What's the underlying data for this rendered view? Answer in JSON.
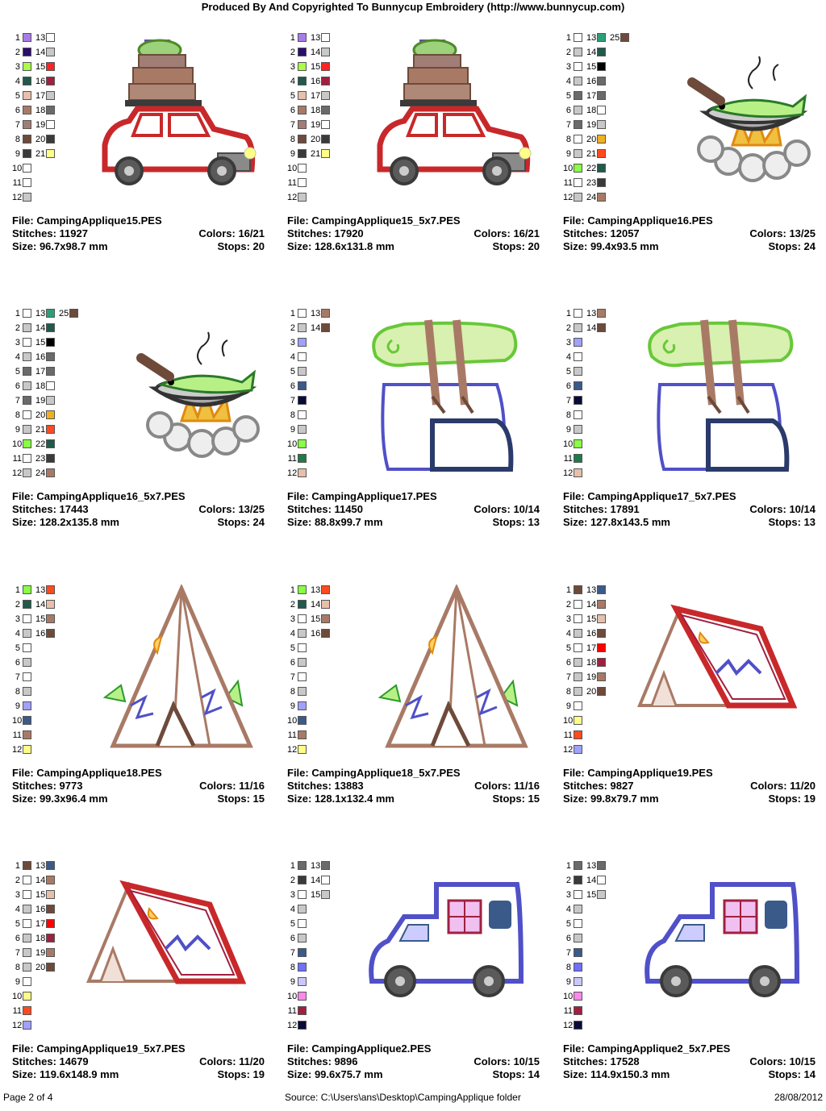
{
  "header": "Produced By And Copyrighted To Bunnycup Embroidery (http://www.bunnycup.com)",
  "labels": {
    "file": "File: ",
    "stitches": "Stitches: ",
    "colors": "Colors: ",
    "size": "Size: ",
    "stops": "Stops: "
  },
  "designs": [
    {
      "icon": "car-luggage-icon",
      "file": "CampingApplique15.PES",
      "stitches": "11927",
      "colors": "16/21",
      "size": "96.7x98.7 mm",
      "stops": "20",
      "swatches": [
        "#a77be8",
        "#2b0d6e",
        "#aaff44",
        "#1f5a4a",
        "#e6c0aa",
        "#a87a66",
        "#a07e76",
        "#6e4a3a",
        "#3a3a3a",
        "#ffffff",
        "#ffffff",
        "#c8c8c8",
        "#ffffff",
        "#c8c8c8",
        "#ff2222",
        "#a02040",
        "#c8c8c8",
        "#6a6a6a",
        "#ffffff",
        "#3a3a3a",
        "#ffff88"
      ]
    },
    {
      "icon": "car-luggage-icon",
      "file": "CampingApplique15_5x7.PES",
      "stitches": "17920",
      "colors": "16/21",
      "size": "128.6x131.8 mm",
      "stops": "20",
      "swatches": [
        "#a77be8",
        "#2b0d6e",
        "#aaff44",
        "#1f5a4a",
        "#e6c0aa",
        "#a87a66",
        "#a07e76",
        "#6e4a3a",
        "#3a3a3a",
        "#ffffff",
        "#ffffff",
        "#c8c8c8",
        "#ffffff",
        "#c8c8c8",
        "#ff2222",
        "#a02040",
        "#c8c8c8",
        "#6a6a6a",
        "#ffffff",
        "#3a3a3a",
        "#ffff88"
      ]
    },
    {
      "icon": "campfire-fish-icon",
      "file": "CampingApplique16.PES",
      "stitches": "12057",
      "colors": "13/25",
      "size": "99.4x93.5 mm",
      "stops": "24",
      "swatches": [
        "#ffffff",
        "#c8c8c8",
        "#ffffff",
        "#c8c8c8",
        "#6a6a6a",
        "#c8c8c8",
        "#6a6a6a",
        "#ffffff",
        "#c8c8c8",
        "#88ff44",
        "#ffffff",
        "#c8c8c8",
        "#2e9e7a",
        "#1f5a4a",
        "#000000",
        "#6a6a6a",
        "#6a6a6a",
        "#ffffff",
        "#c8c8c8",
        "#f0b020",
        "#ff4a20",
        "#1f5a4a",
        "#3a3a3a",
        "#a87a66",
        "#6e4a3a"
      ]
    },
    {
      "icon": "campfire-fish-icon",
      "file": "CampingApplique16_5x7.PES",
      "stitches": "17443",
      "colors": "13/25",
      "size": "128.2x135.8 mm",
      "stops": "24",
      "swatches": [
        "#ffffff",
        "#c8c8c8",
        "#ffffff",
        "#c8c8c8",
        "#6a6a6a",
        "#c8c8c8",
        "#6a6a6a",
        "#ffffff",
        "#c8c8c8",
        "#88ff44",
        "#ffffff",
        "#c8c8c8",
        "#2e9e7a",
        "#1f5a4a",
        "#000000",
        "#6a6a6a",
        "#6a6a6a",
        "#ffffff",
        "#c8c8c8",
        "#f0b020",
        "#ff4a20",
        "#1f5a4a",
        "#3a3a3a",
        "#a87a66",
        "#6e4a3a"
      ]
    },
    {
      "icon": "backpack-icon",
      "file": "CampingApplique17.PES",
      "stitches": "11450",
      "colors": "10/14",
      "size": "88.8x99.7 mm",
      "stops": "13",
      "swatches": [
        "#ffffff",
        "#c8c8c8",
        "#a0a0ff",
        "#ffffff",
        "#c8c8c8",
        "#3a5a8a",
        "#0a0a3a",
        "#ffffff",
        "#c8c8c8",
        "#88ff44",
        "#1f7a4a",
        "#e6c0aa",
        "#a87a66",
        "#6e4a3a"
      ]
    },
    {
      "icon": "backpack-icon",
      "file": "CampingApplique17_5x7.PES",
      "stitches": "17891",
      "colors": "10/14",
      "size": "127.8x143.5 mm",
      "stops": "13",
      "swatches": [
        "#ffffff",
        "#c8c8c8",
        "#a0a0ff",
        "#ffffff",
        "#c8c8c8",
        "#3a5a8a",
        "#0a0a3a",
        "#ffffff",
        "#c8c8c8",
        "#88ff44",
        "#1f7a4a",
        "#e6c0aa",
        "#a87a66",
        "#6e4a3a"
      ]
    },
    {
      "icon": "teepee-icon",
      "file": "CampingApplique18.PES",
      "stitches": "9773",
      "colors": "11/16",
      "size": "99.3x96.4 mm",
      "stops": "15",
      "swatches": [
        "#88ff44",
        "#1f5a4a",
        "#ffffff",
        "#c8c8c8",
        "#ffffff",
        "#c8c8c8",
        "#ffffff",
        "#c8c8c8",
        "#a0a0ff",
        "#3a5a8a",
        "#a87a66",
        "#ffff88",
        "#ff4a20",
        "#e6c0aa",
        "#a87a66",
        "#6e4a3a"
      ]
    },
    {
      "icon": "teepee-icon",
      "file": "CampingApplique18_5x7.PES",
      "stitches": "13883",
      "colors": "11/16",
      "size": "128.1x132.4 mm",
      "stops": "15",
      "swatches": [
        "#88ff44",
        "#1f5a4a",
        "#ffffff",
        "#c8c8c8",
        "#ffffff",
        "#c8c8c8",
        "#ffffff",
        "#c8c8c8",
        "#a0a0ff",
        "#3a5a8a",
        "#a87a66",
        "#ffff88",
        "#ff4a20",
        "#e6c0aa",
        "#a87a66",
        "#6e4a3a"
      ]
    },
    {
      "icon": "tent-icon",
      "file": "CampingApplique19.PES",
      "stitches": "9827",
      "colors": "11/20",
      "size": "99.8x79.7 mm",
      "stops": "19",
      "swatches": [
        "#6e4a3a",
        "#ffffff",
        "#ffffff",
        "#c8c8c8",
        "#ffffff",
        "#c8c8c8",
        "#c8c8c8",
        "#c8c8c8",
        "#ffffff",
        "#ffff88",
        "#ff4a20",
        "#a0a0ff",
        "#3a5a8a",
        "#a87a66",
        "#e6c0aa",
        "#6e4a3a",
        "#ff0000",
        "#a02040",
        "#a87a66",
        "#6e4a3a"
      ]
    },
    {
      "icon": "tent-icon",
      "file": "CampingApplique19_5x7.PES",
      "stitches": "14679",
      "colors": "11/20",
      "size": "119.6x148.9 mm",
      "stops": "19",
      "swatches": [
        "#6e4a3a",
        "#ffffff",
        "#ffffff",
        "#c8c8c8",
        "#ffffff",
        "#c8c8c8",
        "#c8c8c8",
        "#c8c8c8",
        "#ffffff",
        "#ffff88",
        "#ff4a20",
        "#a0a0ff",
        "#3a5a8a",
        "#a87a66",
        "#e6c0aa",
        "#6e4a3a",
        "#ff0000",
        "#a02040",
        "#a87a66",
        "#6e4a3a"
      ]
    },
    {
      "icon": "camper-van-icon",
      "file": "CampingApplique2.PES",
      "stitches": "9896",
      "colors": "10/15",
      "size": "99.6x75.7 mm",
      "stops": "14",
      "swatches": [
        "#6a6a6a",
        "#3a3a3a",
        "#ffffff",
        "#c8c8c8",
        "#ffffff",
        "#c8c8c8",
        "#3a5a8a",
        "#7070ff",
        "#c8c8ff",
        "#ff88ee",
        "#a02040",
        "#0a0a3a",
        "#6a6a6a",
        "#ffffff",
        "#c8c8c8"
      ]
    },
    {
      "icon": "camper-van-icon",
      "file": "CampingApplique2_5x7.PES",
      "stitches": "17528",
      "colors": "10/15",
      "size": "114.9x150.3 mm",
      "stops": "14",
      "swatches": [
        "#6a6a6a",
        "#3a3a3a",
        "#ffffff",
        "#c8c8c8",
        "#ffffff",
        "#c8c8c8",
        "#3a5a8a",
        "#7070ff",
        "#c8c8ff",
        "#ff88ee",
        "#a02040",
        "#0a0a3a",
        "#6a6a6a",
        "#ffffff",
        "#c8c8c8"
      ]
    }
  ],
  "footer": {
    "page": "Page 2 of 4",
    "source": "Source: C:\\Users\\ans\\Desktop\\CampingApplique folder",
    "date": "28/08/2012"
  }
}
